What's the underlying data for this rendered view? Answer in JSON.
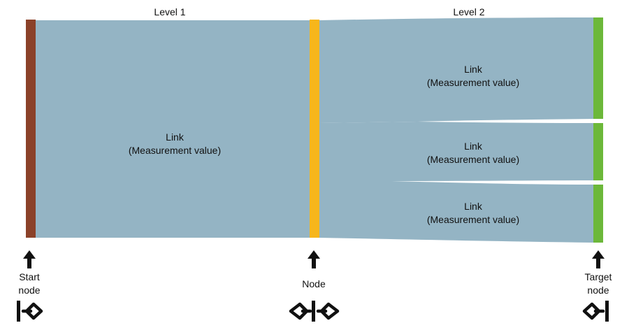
{
  "levels": {
    "level1": "Level 1",
    "level2": "Level 2"
  },
  "links": {
    "main": {
      "line1": "Link",
      "line2": "(Measurement value)"
    },
    "top": {
      "line1": "Link",
      "line2": "(Measurement value)"
    },
    "middle": {
      "line1": "Link",
      "line2": "(Measurement value)"
    },
    "bottom": {
      "line1": "Link",
      "line2": "(Measurement value)"
    }
  },
  "nodes": {
    "start": {
      "line1": "Start",
      "line2": "node",
      "icon": "branch-split-icon"
    },
    "middle": {
      "line1": "Node",
      "icon": "branch-merge-split-icon"
    },
    "target": {
      "line1": "Target",
      "line2": "node",
      "icon": "branch-merge-icon"
    }
  },
  "colors": {
    "link": "#94b4c4",
    "start_node": "#8b4129",
    "middle_node": "#f7b61b",
    "target_node": "#6cb83a",
    "arrow": "#111111"
  }
}
